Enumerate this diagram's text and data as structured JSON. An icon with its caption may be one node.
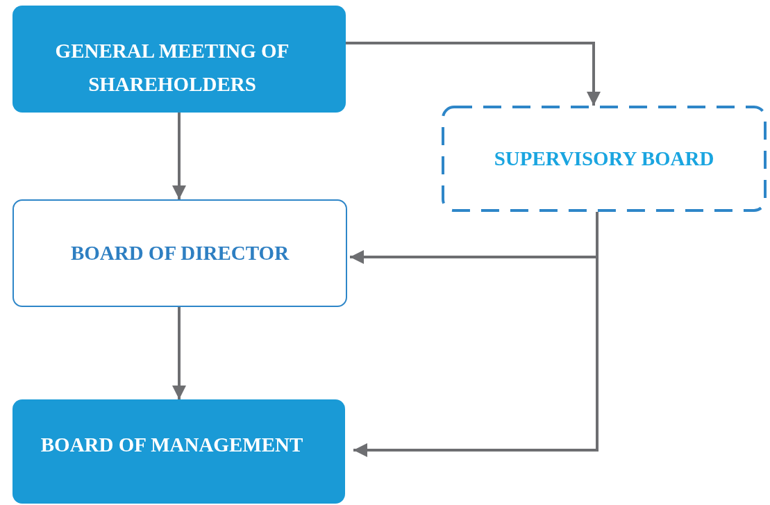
{
  "diagram": {
    "nodes": [
      {
        "text": [
          "GENERAL MEETING OF SHAREHOLDERS"
        ]
      },
      {
        "text": [
          "SUPERVISORY BOARD"
        ]
      },
      {
        "text": [
          "BOARD OF DIRECTOR"
        ]
      },
      {
        "text": [
          "BOARD OF MANAGEMENT"
        ]
      }
    ],
    "edges": [
      {
        "from": 0,
        "to": 1,
        "arrow": "to"
      },
      {
        "from": 0,
        "to": 2,
        "arrow": "to"
      },
      {
        "from": 1,
        "to": 2,
        "arrow": "to"
      },
      {
        "from": 2,
        "to": 3,
        "arrow": "to"
      },
      {
        "from": 1,
        "to": 3,
        "arrow": "to"
      }
    ]
  }
}
